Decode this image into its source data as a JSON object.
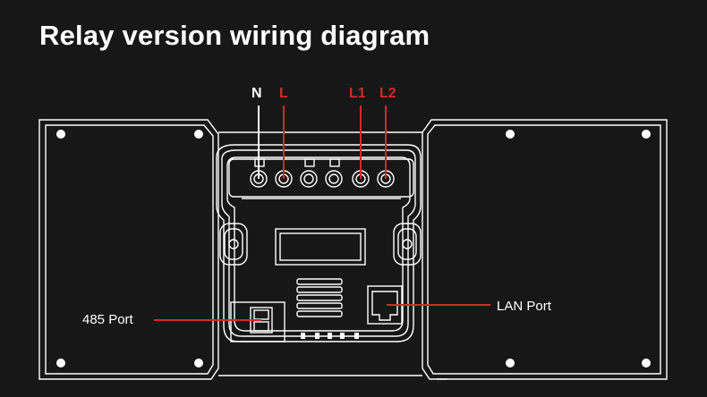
{
  "title": "Relay version wiring diagram",
  "wire_labels": [
    {
      "text": "N",
      "color": "#ffffff"
    },
    {
      "text": "L",
      "color": "#d32a2a"
    },
    {
      "text": "L1",
      "color": "#d32a2a"
    },
    {
      "text": "L2",
      "color": "#d32a2a"
    }
  ],
  "ports": {
    "rs485": "485 Port",
    "lan": "LAN Port"
  },
  "colors": {
    "background": "#171717",
    "outline": "#ffffff",
    "accent": "#d32a2a"
  }
}
